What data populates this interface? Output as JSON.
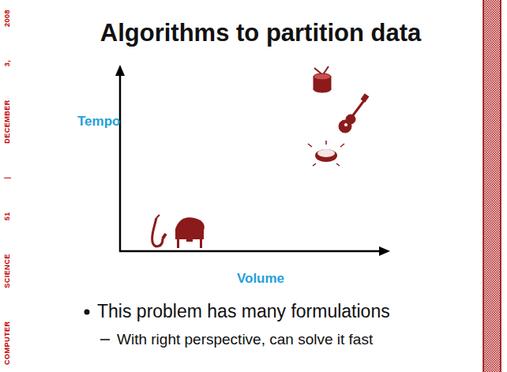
{
  "diagram": {
    "title": "Algorithms to partition data",
    "labels": [
      "Tempo",
      "Volume",
      "This problem has many formulations",
      "With right perspective, can solve it fast",
      "COMPUTER SCIENCE 51 | DECEMBER 3, 2008"
    ]
  }
}
